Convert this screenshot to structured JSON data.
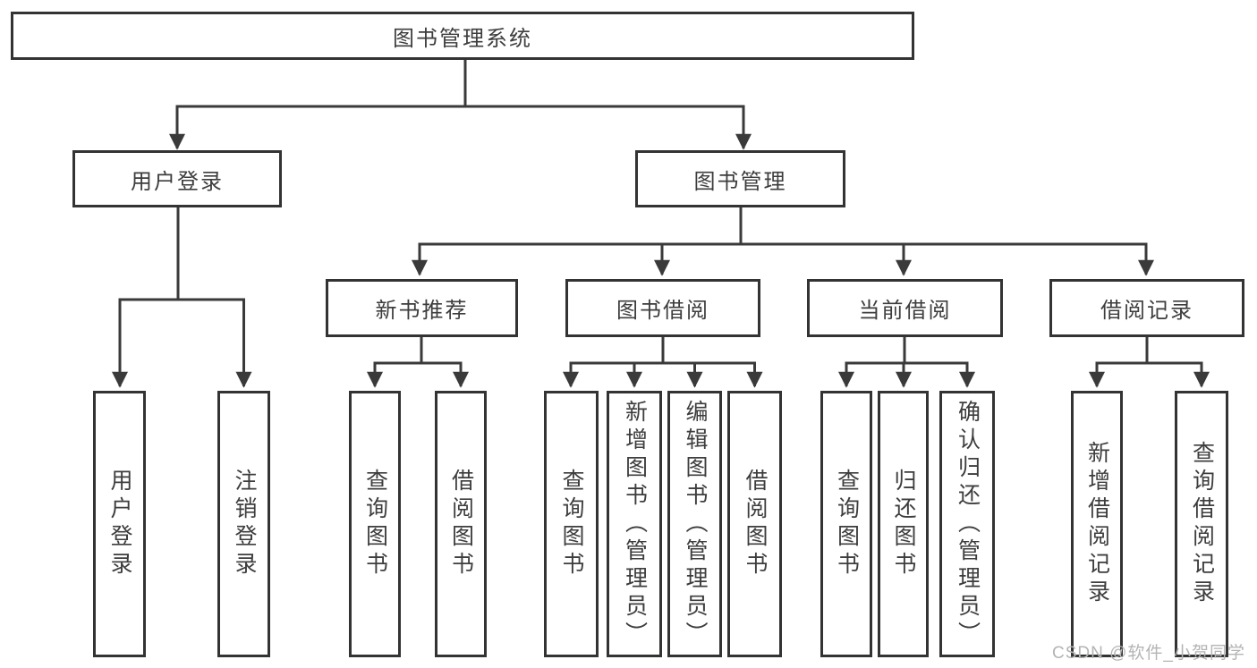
{
  "diagram": {
    "title": "图书管理系统",
    "root": {
      "label": "图书管理系统"
    },
    "level2": [
      {
        "id": "user-login",
        "label": "用户登录"
      },
      {
        "id": "book-management",
        "label": "图书管理"
      }
    ],
    "level3": [
      {
        "id": "new-book-recommend",
        "label": "新书推荐",
        "parent": "book-management"
      },
      {
        "id": "book-borrowing",
        "label": "图书借阅",
        "parent": "book-management"
      },
      {
        "id": "current-borrowing",
        "label": "当前借阅",
        "parent": "book-management"
      },
      {
        "id": "borrow-records",
        "label": "借阅记录",
        "parent": "book-management"
      }
    ],
    "leaves": [
      {
        "label": "用户登录",
        "parent": "user-login"
      },
      {
        "label": "注销登录",
        "parent": "user-login"
      },
      {
        "label": "查询图书",
        "parent": "new-book-recommend"
      },
      {
        "label": "借阅图书",
        "parent": "new-book-recommend"
      },
      {
        "label": "查询图书",
        "parent": "book-borrowing"
      },
      {
        "label": "新增图书（管理员）",
        "parent": "book-borrowing"
      },
      {
        "label": "编辑图书（管理员）",
        "parent": "book-borrowing"
      },
      {
        "label": "借阅图书",
        "parent": "book-borrowing"
      },
      {
        "label": "查询图书",
        "parent": "current-borrowing"
      },
      {
        "label": "归还图书",
        "parent": "current-borrowing"
      },
      {
        "label": "确认归还（管理员）",
        "parent": "current-borrowing"
      },
      {
        "label": "新增借阅记录",
        "parent": "borrow-records"
      },
      {
        "label": "查询借阅记录",
        "parent": "borrow-records"
      }
    ]
  },
  "watermark": {
    "text": "CSDN @软件_小贺同学"
  },
  "colors": {
    "line": "#3a3a3a",
    "box_border": "#333333",
    "text": "#3d3d3d",
    "background": "#ffffff",
    "watermark": "#b4b4b4"
  }
}
